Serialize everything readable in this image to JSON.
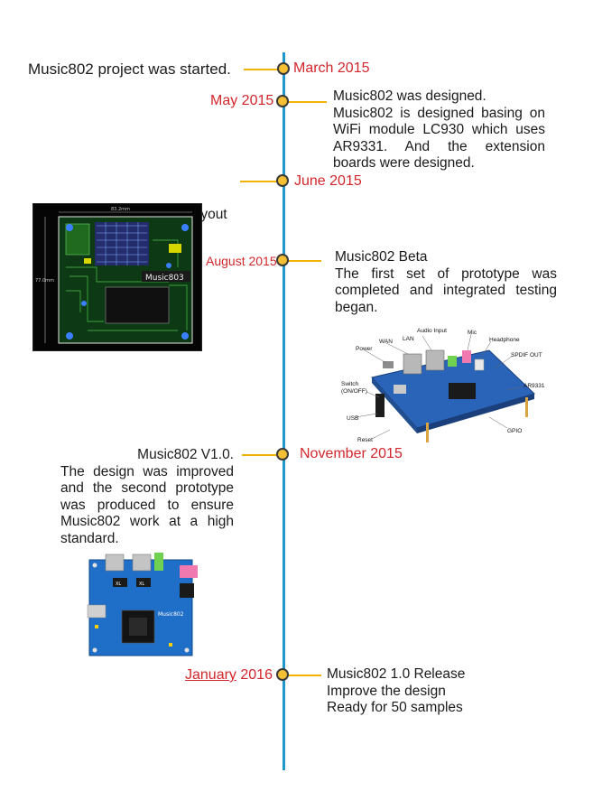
{
  "colors": {
    "axis": "#2196c8",
    "dot": "#f5c033",
    "connector": "#f2b200",
    "date": "#d2262b",
    "text": "#1a1a1a"
  },
  "milestones": [
    {
      "date": "March 2015",
      "lines": [
        "Music802 project was started."
      ]
    },
    {
      "date": "May 2015",
      "lines": [
        "Music802 was designed.",
        "Music802 is designed basing on WiFi module LC930 which uses AR9331. And the extension boards were designed."
      ]
    },
    {
      "date": "June 2015",
      "lines": [
        "Beta  version  Layout"
      ]
    },
    {
      "date": "August 2015",
      "lines": [
        "Music802 Beta",
        "The first set of prototype was completed and integrated testing began."
      ]
    },
    {
      "date": "November 2015",
      "lines": [
        "Music802 V1.0.",
        "The design was improved and the second prototype was produced to ensure Music802 work at a high standard."
      ]
    },
    {
      "date_link": "January",
      "date_rest": " 2016",
      "lines": [
        "Music802 1.0 Release",
        "Improve the design",
        "Ready for 50 samples"
      ]
    }
  ],
  "images": {
    "pcb_layout": {
      "board_label": "Music803",
      "dim_top": "83.2mm",
      "dim_left": "77.0mm"
    },
    "beta_board": {
      "callouts": [
        "Power",
        "WAN",
        "LAN",
        "Audio Input",
        "Mic",
        "Headphone",
        "SPDIF OUT",
        "Switch (ON/OFF)",
        "AR9331",
        "USB",
        "Reset",
        "GPIO"
      ]
    },
    "v1_board": {
      "board_label": "Music802",
      "chip_label": "XL"
    }
  }
}
